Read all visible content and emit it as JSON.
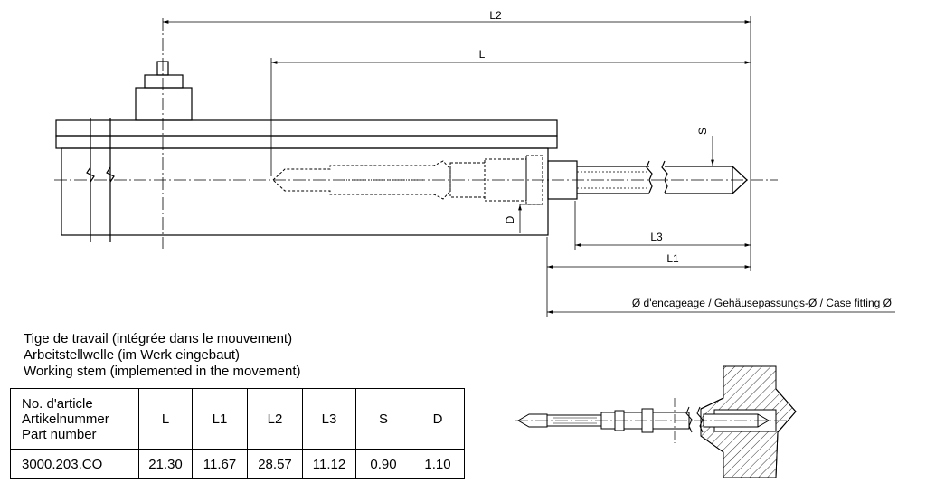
{
  "dimensions": {
    "L2": "L2",
    "L": "L",
    "L3": "L3",
    "L1": "L1",
    "S": "S",
    "D": "D",
    "case_fitting": "Ø d'encageage / Gehäusepassungs-Ø / Case fitting Ø"
  },
  "caption": {
    "line_fr": "Tige de travail (intégrée dans le mouvement)",
    "line_de": "Arbeitstellwelle (im Werk eingebaut)",
    "line_en": "Working stem (implemented in the movement)"
  },
  "table": {
    "header": {
      "part_fr": "No. d'article",
      "part_de": "Artikelnummer",
      "part_en": "Part number",
      "cols": [
        "L",
        "L1",
        "L2",
        "L3",
        "S",
        "D"
      ]
    },
    "rows": [
      {
        "part": "3000.203.CO",
        "values": [
          "21.30",
          "11.67",
          "28.57",
          "11.12",
          "0.90",
          "1.10"
        ]
      }
    ]
  }
}
